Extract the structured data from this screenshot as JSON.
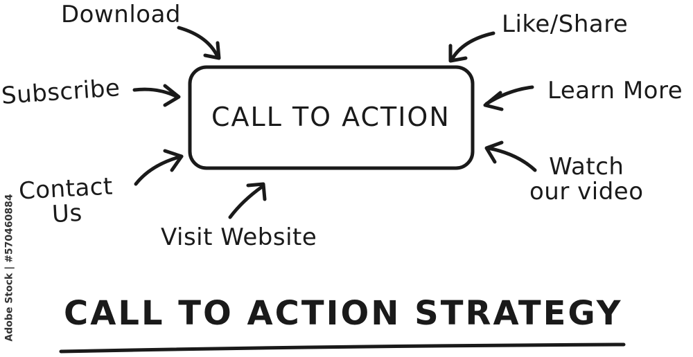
{
  "diagram": {
    "center_label": "CALL TO ACTION",
    "items": {
      "download": "Download",
      "like_share": "Like/Share",
      "subscribe": "Subscribe",
      "learn_more": "Learn More",
      "contact_line1": "Contact",
      "contact_line2": "Us",
      "watch_line1": "Watch",
      "watch_line2": "our video",
      "visit_website": "Visit Website"
    },
    "title": "CALL TO ACTION STRATEGY"
  },
  "watermark": "Adobe Stock | #570460884",
  "colors": {
    "ink": "#1a1a1a",
    "background": "#ffffff"
  }
}
